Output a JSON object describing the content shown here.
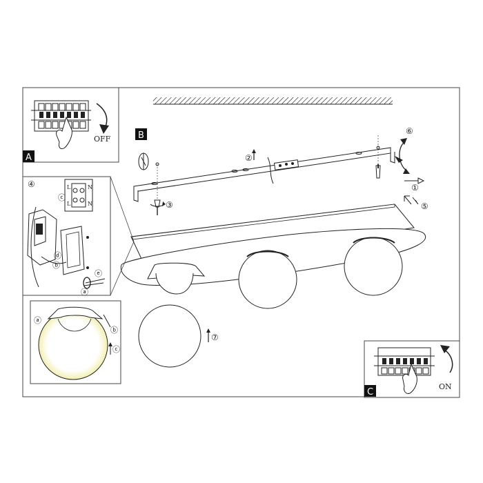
{
  "sheet": {
    "panels": {
      "A": {
        "letter": "A",
        "caption": "OFF"
      },
      "B": {
        "letter": "B"
      },
      "C": {
        "letter": "C",
        "caption": "ON"
      }
    },
    "steps": {
      "s1": "①",
      "s2": "②",
      "s3": "③",
      "s4": "④",
      "s5": "⑤",
      "s6": "⑥",
      "s7": "⑦"
    },
    "callouts": {
      "a": "ⓐ",
      "b": "ⓑ",
      "c": "ⓒ",
      "d": "ⓓ",
      "e": "ⓔ"
    },
    "terminals": {
      "L": "L",
      "N": "N"
    }
  }
}
